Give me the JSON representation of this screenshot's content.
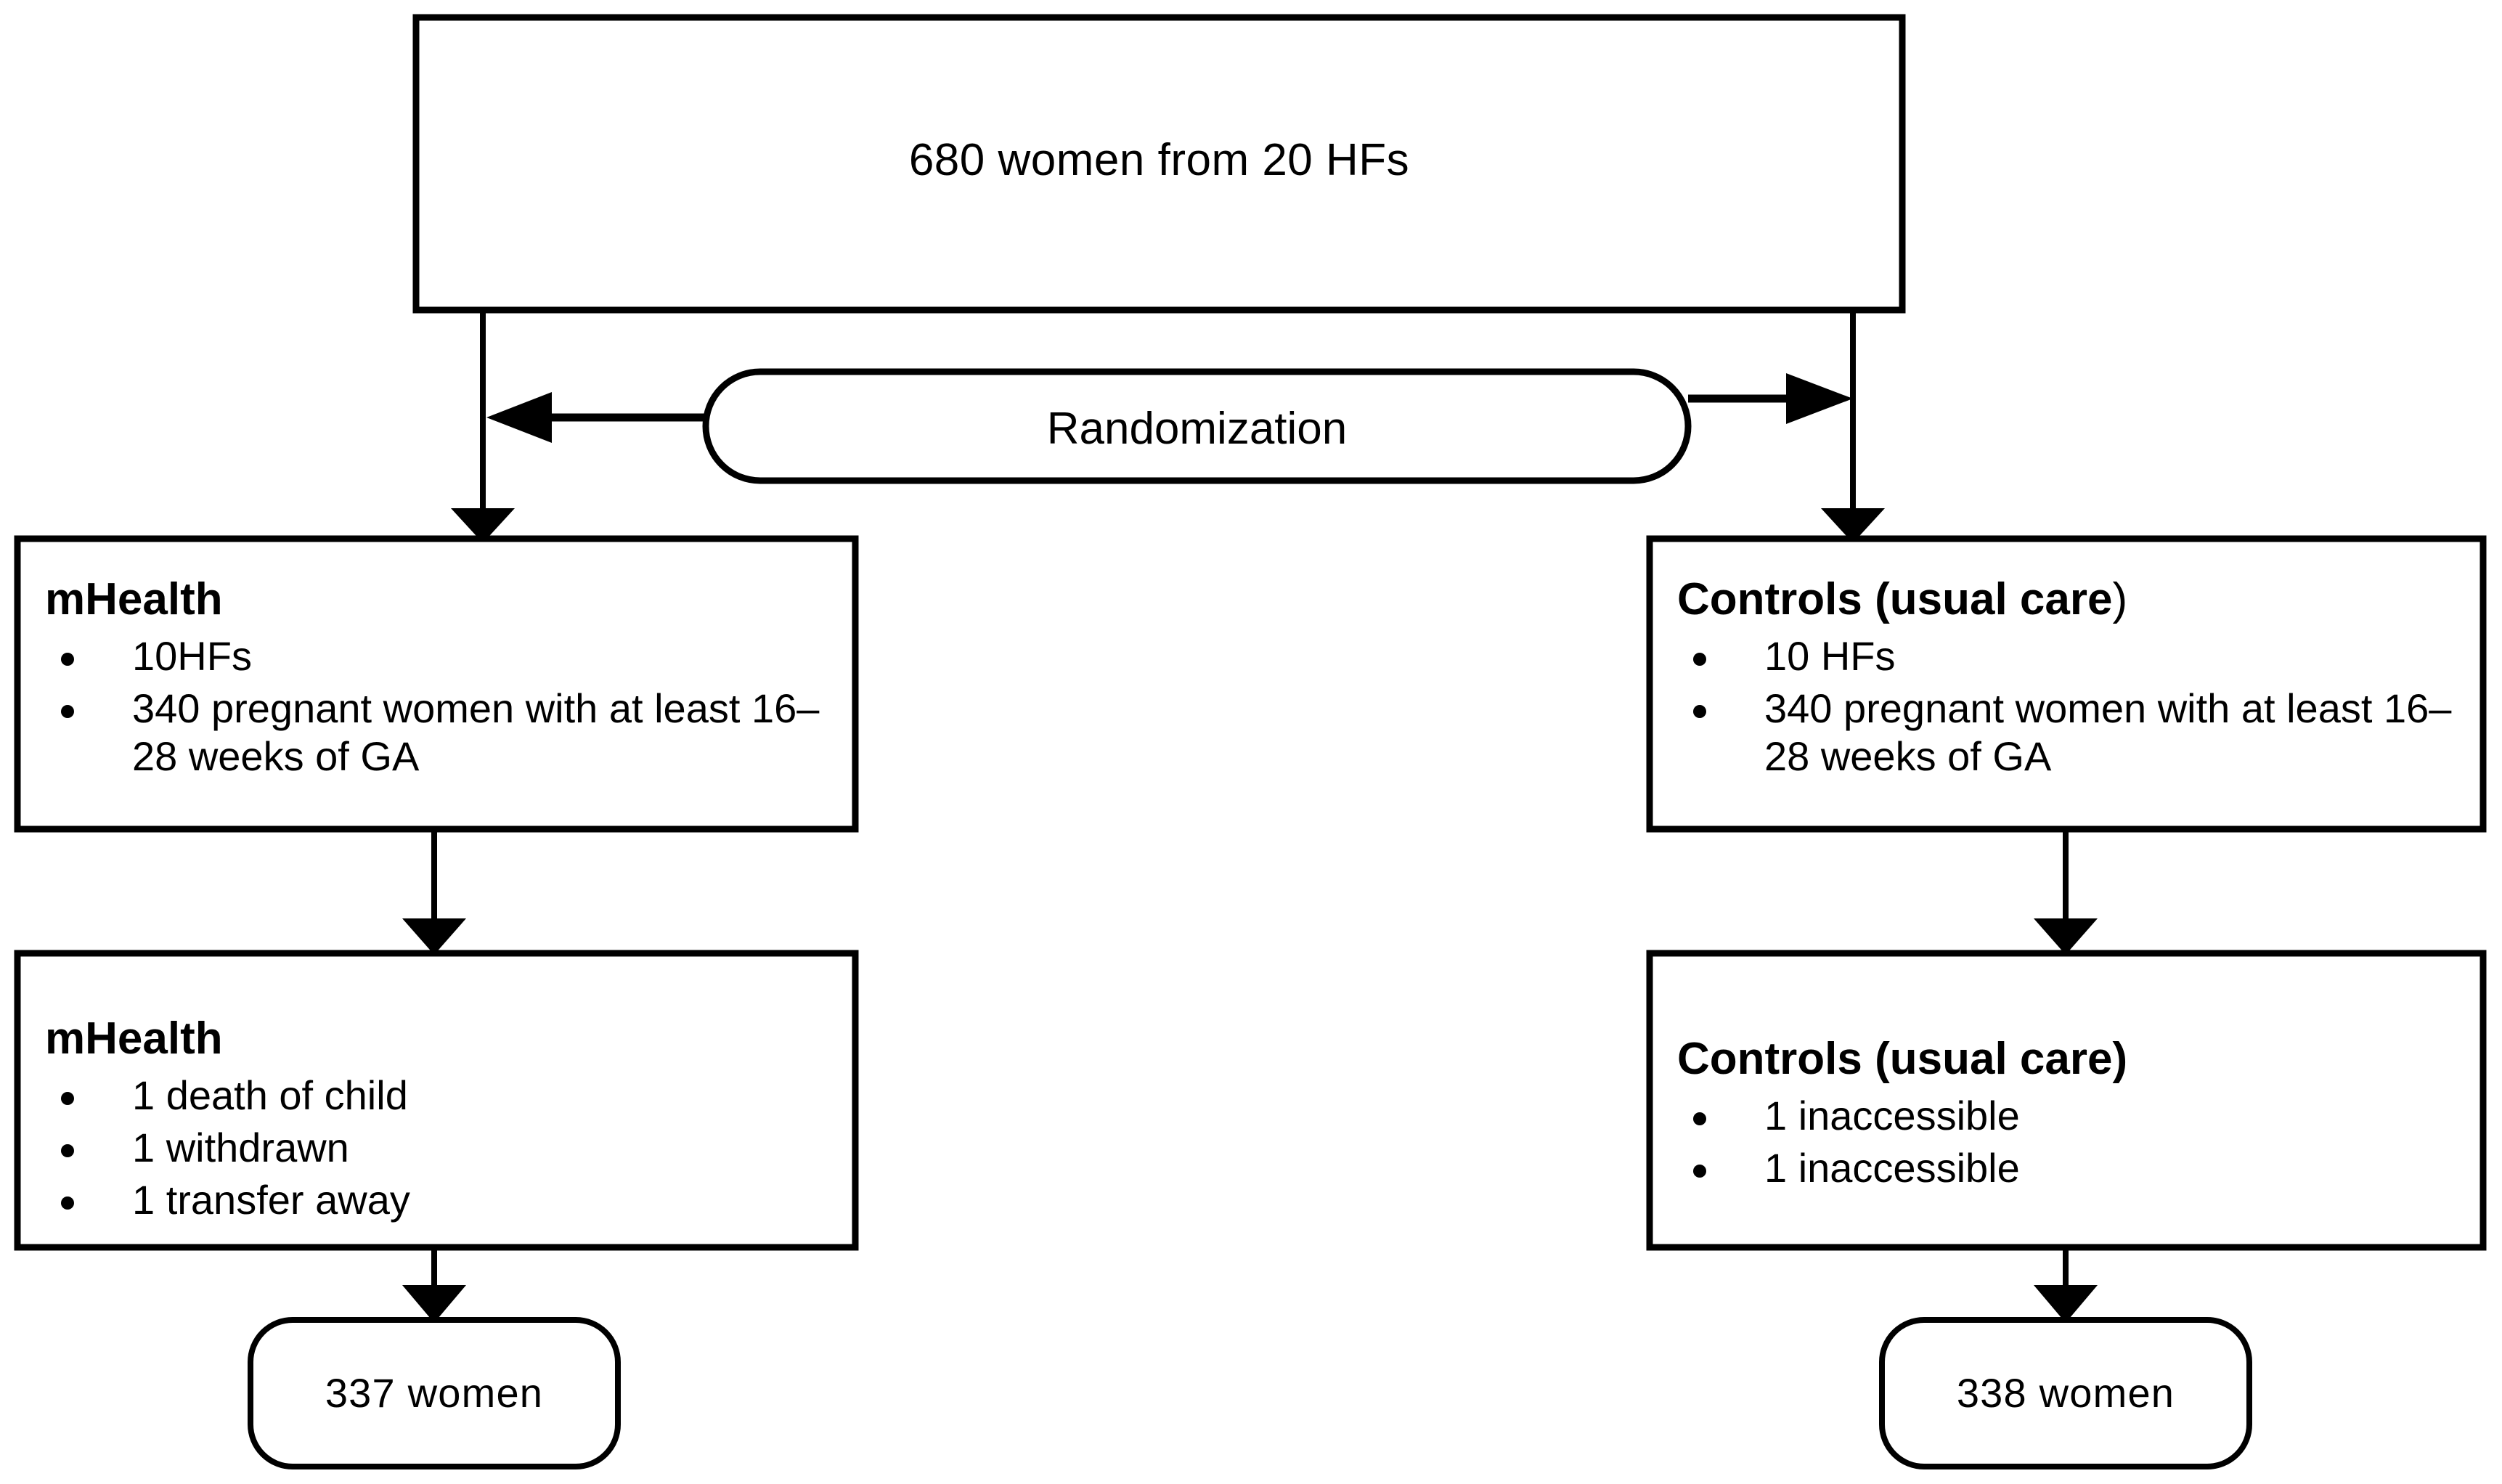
{
  "diagram": {
    "title": "680 women from 20 HFs",
    "randomization_label": "Randomization",
    "arm_left": {
      "heading": "mHealth",
      "bullets": [
        "10HFs",
        "340 pregnant women with at least 16–28 weeks of GA"
      ]
    },
    "arm_right": {
      "heading_main": "Controls (usual care",
      "heading_tail": ")",
      "bullets": [
        "10 HFs",
        "340 pregnant women with at least 16–28 weeks of GA"
      ]
    },
    "loss_left": {
      "heading": "mHealth",
      "bullets": [
        "1 death of child",
        "1 withdrawn",
        "1 transfer away"
      ]
    },
    "loss_right": {
      "heading": "Controls (usual care)",
      "bullets": [
        "1 inaccessible",
        "1 inaccessible"
      ]
    },
    "outcome_left": "337 women",
    "outcome_right": "338 women",
    "colors": {
      "stroke": "#000000",
      "background": "#ffffff",
      "text": "#000000"
    }
  }
}
